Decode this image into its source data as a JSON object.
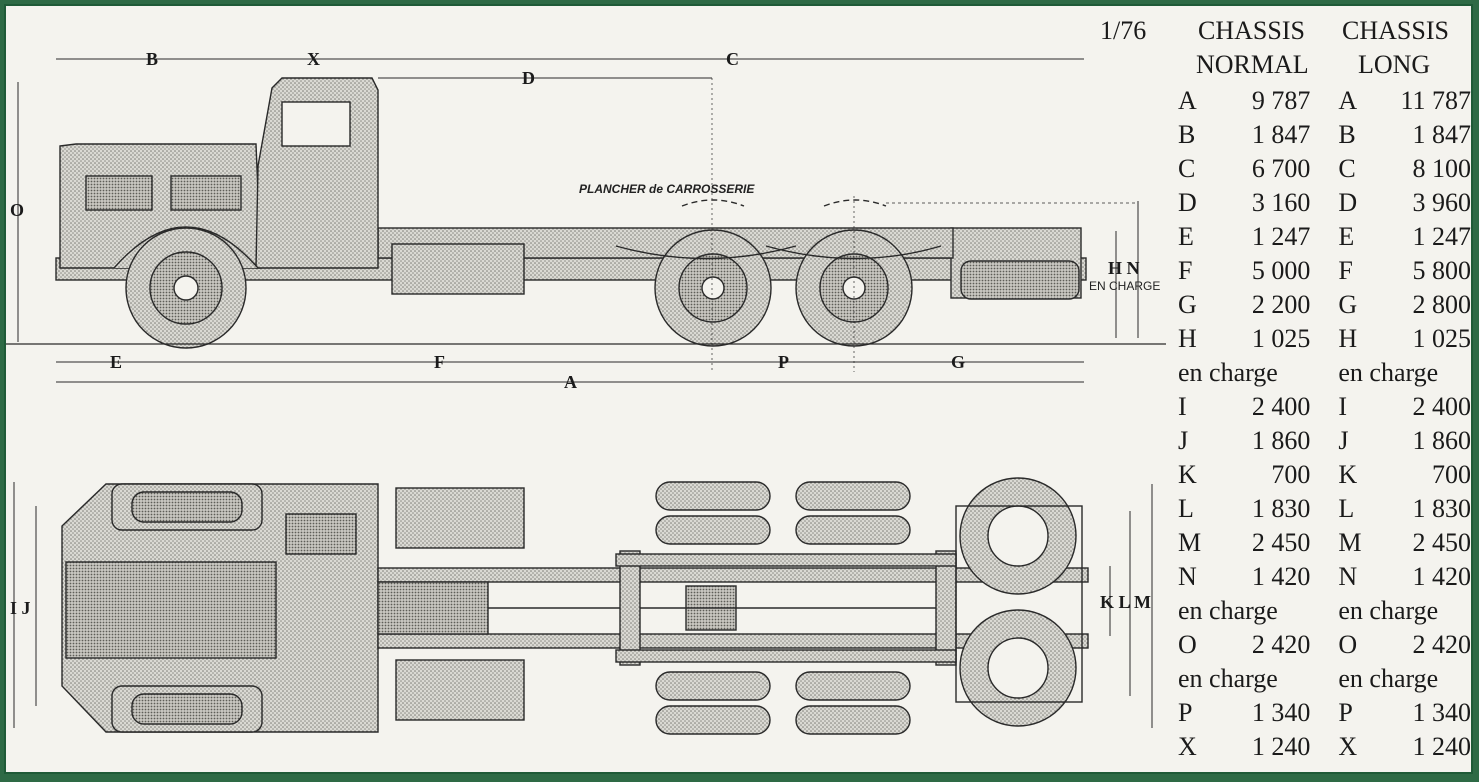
{
  "table": {
    "scale": "1/76",
    "col_normal": [
      "CHASSIS",
      "NORMAL"
    ],
    "col_long": [
      "CHASSIS",
      "LONG"
    ],
    "rows": [
      {
        "letter": "A",
        "normal": "9 787",
        "long": "11 787"
      },
      {
        "letter": "B",
        "normal": "1 847",
        "long": "1 847"
      },
      {
        "letter": "C",
        "normal": "6 700",
        "long": "8 100"
      },
      {
        "letter": "D",
        "normal": "3 160",
        "long": "3 960"
      },
      {
        "letter": "E",
        "normal": "1 247",
        "long": "1 247"
      },
      {
        "letter": "F",
        "normal": "5 000",
        "long": "5 800"
      },
      {
        "letter": "G",
        "normal": "2 200",
        "long": "2 800"
      },
      {
        "letter": "H",
        "normal": "1 025",
        "long": "1 025",
        "note": "en charge"
      },
      {
        "letter": "I",
        "normal": "2 400",
        "long": "2 400"
      },
      {
        "letter": "J",
        "normal": "1 860",
        "long": "1 860"
      },
      {
        "letter": "K",
        "normal": "700",
        "long": "700"
      },
      {
        "letter": "L",
        "normal": "1 830",
        "long": "1 830"
      },
      {
        "letter": "M",
        "normal": "2 450",
        "long": "2 450"
      },
      {
        "letter": "N",
        "normal": "1 420",
        "long": "1 420",
        "note": "en charge"
      },
      {
        "letter": "O",
        "normal": "2 420",
        "long": "2 420",
        "note": "en charge"
      },
      {
        "letter": "P",
        "normal": "1 340",
        "long": "1 340"
      },
      {
        "letter": "X",
        "normal": "1 240",
        "long": "1 240"
      }
    ]
  },
  "drawing": {
    "labels": {
      "A": "A",
      "B": "B",
      "C": "C",
      "D": "D",
      "E": "E",
      "F": "F",
      "G": "G",
      "P": "P",
      "X": "X",
      "O": "O",
      "IJ": "I J",
      "KLM": "K L M",
      "HN": "H N"
    },
    "en_charge": "EN CHARGE",
    "plancher": "PLANCHER de CARROSSERIE"
  }
}
